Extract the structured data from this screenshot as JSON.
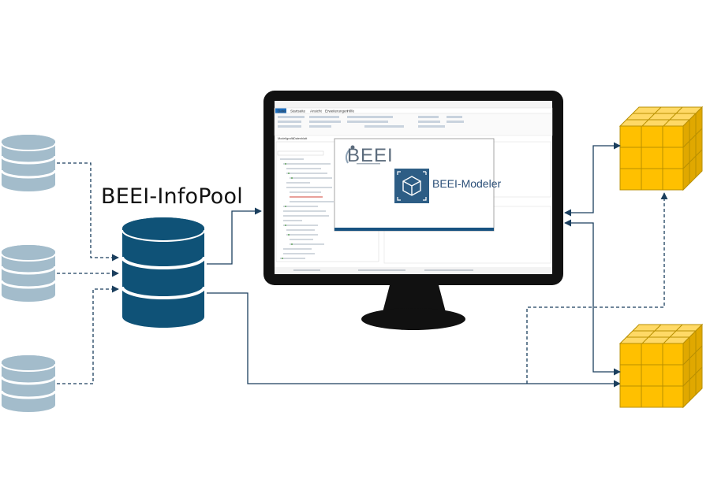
{
  "title": "BEEI-InfoPool",
  "splash": {
    "logo_text": "BEEI",
    "product_name": "BEEI-Modeler"
  },
  "app_window": {
    "ribbon_tabs": [
      "Datei",
      "Startseite",
      "Ansicht",
      "Erweiterungen",
      "Hilfe"
    ],
    "panel_tabs": [
      "Modellgrafik",
      "Datenblatt"
    ]
  },
  "colors": {
    "database_large": "#0f5277",
    "database_small": "#a3bccb",
    "cube": "#ffc000",
    "connector": "#1b3f5e",
    "monitor": "#111111"
  },
  "icons": [
    "database-icon",
    "olap-cube-icon",
    "monitor-icon"
  ]
}
